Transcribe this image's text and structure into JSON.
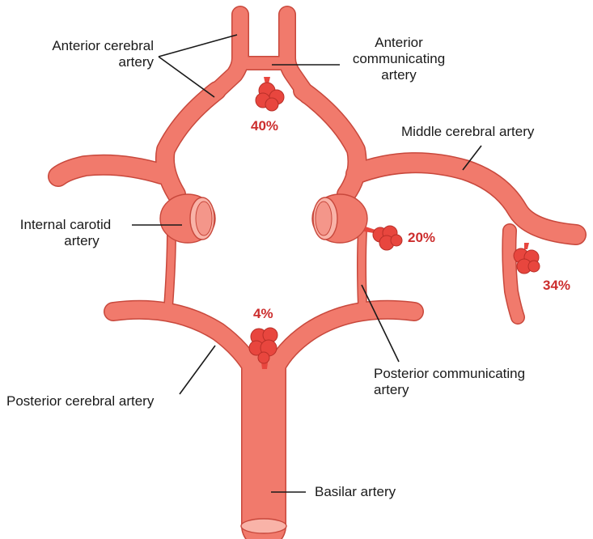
{
  "labels": {
    "anterior_cerebral": [
      "Anterior cerebral",
      "artery"
    ],
    "anterior_communicating": [
      "Anterior",
      "communicating",
      "artery"
    ],
    "middle_cerebral": "Middle cerebral artery",
    "internal_carotid": [
      "Internal carotid",
      "artery"
    ],
    "posterior_communicating": [
      "Posterior communicating",
      "artery"
    ],
    "posterior_cerebral": "Posterior cerebral artery",
    "basilar": "Basilar artery"
  },
  "aneurysm_percentages": {
    "anterior_communicating": "40%",
    "internal_carotid_posterior_communicating": "20%",
    "middle_cerebral": "34%",
    "basilar_tip": "4%"
  },
  "colors": {
    "artery_fill": "#f17a6c",
    "artery_outline": "#c8483c",
    "aneurysm": "#e8463e",
    "percent_text": "#cc2d2d"
  }
}
